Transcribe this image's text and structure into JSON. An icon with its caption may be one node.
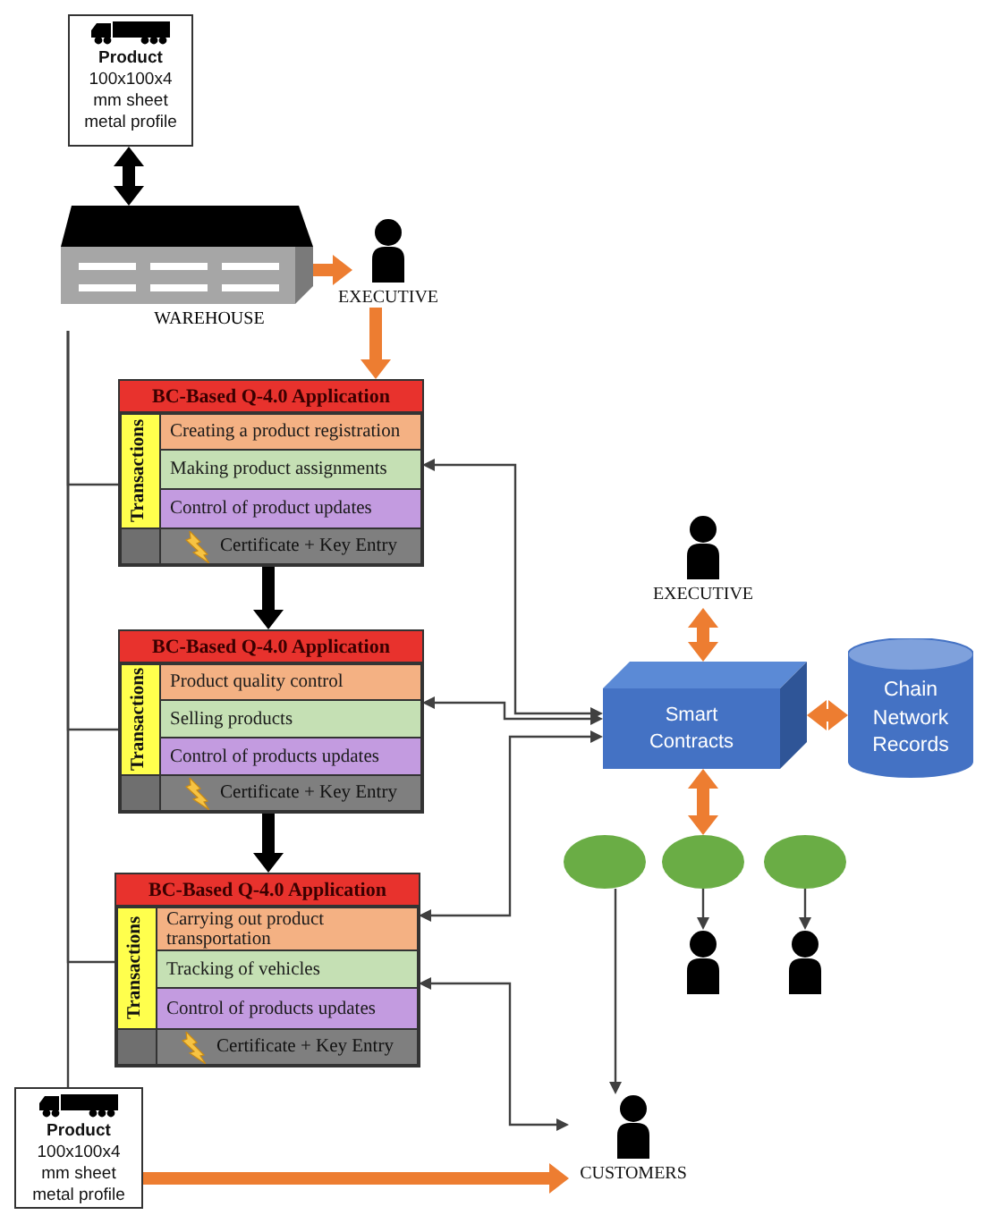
{
  "diagram": {
    "nodes": [
      {
        "text": [
          "Product",
          "100x100x4 mm sheet metal profile"
        ]
      },
      {
        "text": [
          "WAREHOUSE"
        ]
      },
      {
        "text": [
          "EXECUTIVE"
        ]
      },
      {
        "text": [
          "BC-Based Q-4.0 Application"
        ]
      },
      {
        "text": [
          "Transactions"
        ],
        "in": 3
      },
      {
        "text": [
          "Creating a product registration"
        ],
        "in": 3
      },
      {
        "text": [
          "Making product assignments"
        ],
        "in": 3
      },
      {
        "text": [
          "Control of product updates"
        ],
        "in": 3
      },
      {
        "text": [
          "Certificate + Key Entry"
        ],
        "in": 3
      },
      {
        "text": [
          "BC-Based Q-4.0 Application"
        ]
      },
      {
        "text": [
          "Transactions"
        ],
        "in": 9
      },
      {
        "text": [
          "Product quality control"
        ],
        "in": 9
      },
      {
        "text": [
          "Selling products"
        ],
        "in": 9
      },
      {
        "text": [
          "Control of products updates"
        ],
        "in": 9
      },
      {
        "text": [
          "Certificate + Key Entry"
        ],
        "in": 9
      },
      {
        "text": [
          "BC-Based Q-4.0 Application"
        ]
      },
      {
        "text": [
          "Transactions"
        ],
        "in": 15
      },
      {
        "text": [
          "Carrying out product transportation"
        ],
        "in": 15
      },
      {
        "text": [
          "Tracking of vehicles"
        ],
        "in": 15
      },
      {
        "text": [
          "Control of products updates"
        ],
        "in": 15
      },
      {
        "text": [
          "Certificate + Key Entry"
        ],
        "in": 15
      },
      {
        "text": [
          "EXECUTIVE"
        ]
      },
      {
        "text": [
          "Smart Contracts"
        ]
      },
      {
        "text": [
          "Chain Network Records"
        ]
      },
      {
        "text": [],
        "shape": "circle"
      },
      {
        "text": [],
        "shape": "circle"
      },
      {
        "text": [],
        "shape": "circle"
      },
      {
        "text": [],
        "shape": "person"
      },
      {
        "text": [],
        "shape": "person"
      },
      {
        "text": [
          "Product",
          "100x100x4 mm sheet metal profile"
        ]
      },
      {
        "text": [
          "CUSTOMERS"
        ]
      }
    ],
    "edges": [
      {
        "from": 0,
        "to": 1,
        "arrow": "both",
        "style": "thick",
        "color": "#000000"
      },
      {
        "from": 1,
        "to": 2,
        "arrow": "both",
        "style": "thick",
        "color": "#ed7d31"
      },
      {
        "from": 2,
        "to": 3,
        "arrow": "to",
        "style": "thick",
        "color": "#ed7d31"
      },
      {
        "from": 3,
        "to": 9,
        "arrow": "to",
        "style": "thick",
        "color": "#000000"
      },
      {
        "from": 9,
        "to": 15,
        "arrow": "to",
        "style": "thick",
        "color": "#000000"
      },
      {
        "from": 1,
        "to": 4,
        "arrow": "none"
      },
      {
        "from": 1,
        "to": 10,
        "arrow": "none"
      },
      {
        "from": 1,
        "to": 16,
        "arrow": "none"
      },
      {
        "from": 1,
        "to": 29,
        "arrow": "none"
      },
      {
        "from": 22,
        "to": 6,
        "arrow": "both"
      },
      {
        "from": 22,
        "to": 12,
        "arrow": "both"
      },
      {
        "from": 22,
        "to": 17,
        "arrow": "both"
      },
      {
        "from": 18,
        "to": 30,
        "arrow": "both"
      },
      {
        "from": 22,
        "to": 21,
        "arrow": "both",
        "style": "thick",
        "color": "#ed7d31"
      },
      {
        "from": 22,
        "to": 23,
        "arrow": "both",
        "style": "thick",
        "color": "#ed7d31"
      },
      {
        "from": 22,
        "to": 25,
        "arrow": "both",
        "style": "thick",
        "color": "#ed7d31"
      },
      {
        "from": 24,
        "to": 30,
        "arrow": "to"
      },
      {
        "from": 25,
        "to": 27,
        "arrow": "to"
      },
      {
        "from": 26,
        "to": 28,
        "arrow": "to"
      },
      {
        "from": 29,
        "to": 30,
        "arrow": "to",
        "style": "thick",
        "color": "#ed7d31"
      }
    ]
  }
}
